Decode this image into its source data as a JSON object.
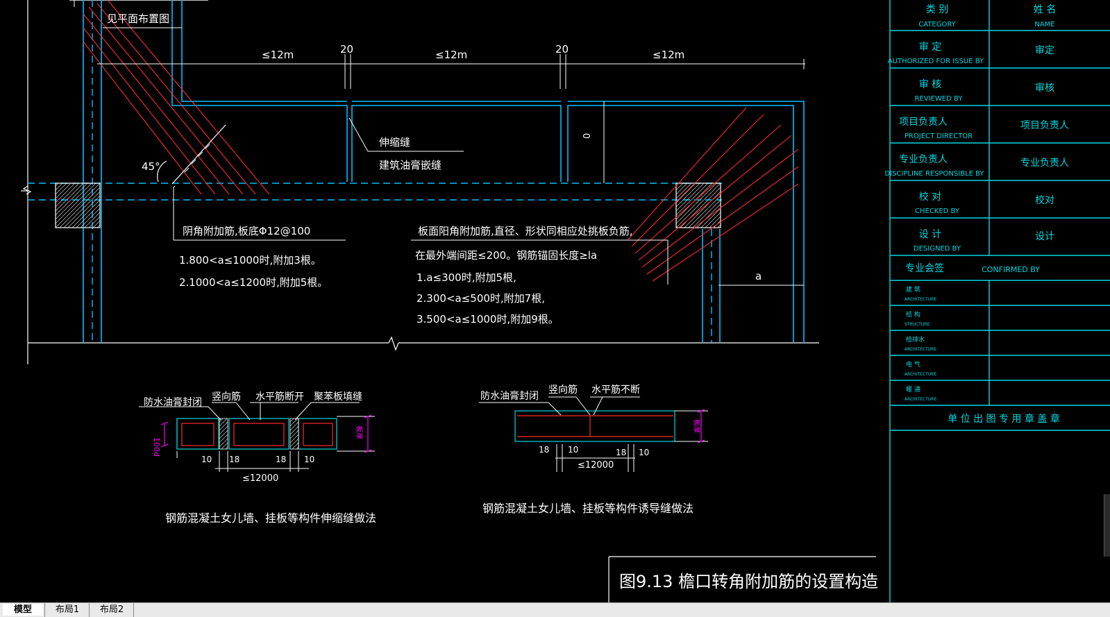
{
  "drawing": {
    "plan_ref": "见平面布置图",
    "dim_12m": "≤12m",
    "dim_20": "20",
    "angle": "45°",
    "dim_a": "a",
    "joint_label_1": "伸缩缝",
    "joint_label_2": "建筑油膏嵌缝",
    "yin_title": "阴角附加筋,板底Φ12@100",
    "yin_line1": "1.800<a≤1000时,附加3根。",
    "yin_line2": "2.1000<a≤1200时,附加5根。",
    "yang_title": "板面阳角附加筋,直径、形状同相应处挑板负筋,",
    "yang_line1": "在最外端间距≤200。钢筋锚固长度≥la",
    "yang_line2": "1.a≤300时,附加5根,",
    "yang_line3": "2.300<a≤500时,附加7根,",
    "yang_line4": "3.500<a≤1000时,附加9根。",
    "d1_waterproof": "防水油膏封闭",
    "d1_vertical": "竖向筋",
    "d1_horizontal": "水平筋断开",
    "d1_foam": "聚苯板填缝",
    "d1_10": "10",
    "d1_18": "18",
    "d1_len": "≤12000",
    "d1_side": "100d",
    "d1_thick": "板厚",
    "d1_caption": "钢筋混凝土女儿墙、挂板等构件伸缩缝做法",
    "d2_waterproof": "防水油膏封闭",
    "d2_vertical": "竖向筋",
    "d2_horizontal": "水平筋不断",
    "d2_10": "10",
    "d2_18": "18",
    "d2_len": "≤12000",
    "d2_thick": "板厚",
    "d2_caption": "钢筋混凝土女儿墙、挂板等构件诱导缝做法",
    "figure_title": "图9.13  檐口转角附加筋的设置构造"
  },
  "title_block": {
    "rows": [
      {
        "cn": "类    别",
        "en": "CATEGORY",
        "right_cn": "姓    名",
        "right_en": "NAME"
      },
      {
        "cn": "审    定",
        "en": "AUTHORIZED FOR ISSUE BY",
        "right_cn": "审定",
        "right_en": ""
      },
      {
        "cn": "审    核",
        "en": "REVIEWED BY",
        "right_cn": "审核",
        "right_en": ""
      },
      {
        "cn": "项目负责人",
        "en": "PROJECT DIRECTOR",
        "right_cn": "项目负责人",
        "right_en": ""
      },
      {
        "cn": "专业负责人",
        "en": "DISCIPLINE RESPONSIBLE BY",
        "right_cn": "专业负责人",
        "right_en": ""
      },
      {
        "cn": "校    对",
        "en": "CHECKED BY",
        "right_cn": "校对",
        "right_en": ""
      },
      {
        "cn": "设    计",
        "en": "DESIGNED BY",
        "right_cn": "设计",
        "right_en": ""
      }
    ],
    "confirm_cn": "专业会签",
    "confirm_en": "CONFIRMED BY",
    "disciplines": [
      {
        "cn": "建  筑",
        "en": "ARCHITECTURE"
      },
      {
        "cn": "结  构",
        "en": "STRUCTURE"
      },
      {
        "cn": "给排水",
        "en": "ARCHITECTURE"
      },
      {
        "cn": "电  气",
        "en": "ARCHITECTURE"
      },
      {
        "cn": "暖  通",
        "en": "ARCHITECTURE"
      }
    ],
    "stamp": "单 位 出 图 专 用 章 盖 章"
  },
  "tabs": {
    "model": "模型",
    "layout1": "布局1",
    "layout2": "布局2"
  },
  "colors": {
    "bg": "#000000",
    "cyan": "#00bfff",
    "red": "#ff2a2a",
    "magenta": "#ff00ff",
    "white": "#ffffff",
    "teal": "#00d8e0"
  }
}
